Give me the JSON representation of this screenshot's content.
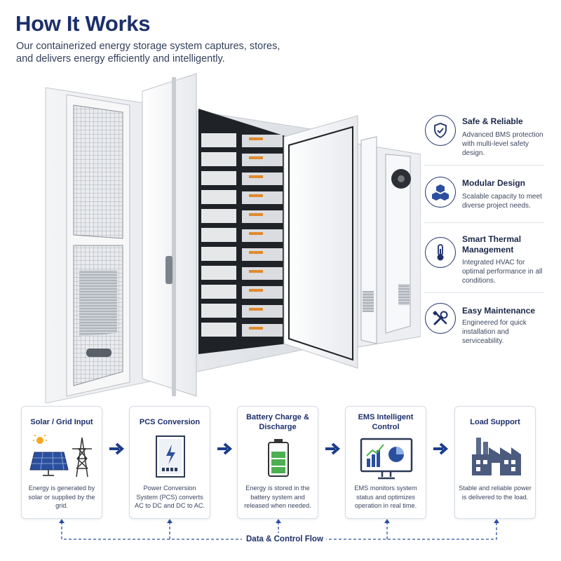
{
  "header": {
    "title": "How It Works",
    "subtitle": "Our containerized energy storage system captures, stores, and delivers energy efficiently and intelligently."
  },
  "features": [
    {
      "icon": "shield-check-icon",
      "title": "Safe & Reliable",
      "desc": "Advanced BMS protection with multi-level safety design."
    },
    {
      "icon": "cubes-icon",
      "title": "Modular Design",
      "desc": "Scalable capacity to meet diverse project needs."
    },
    {
      "icon": "thermometer-icon",
      "title": "Smart Thermal Management",
      "desc": "Integrated HVAC for optimal performance in all conditions."
    },
    {
      "icon": "tools-icon",
      "title": "Easy Maintenance",
      "desc": "Engineered for quick installation and serviceability."
    }
  ],
  "steps": [
    {
      "icon": "solar-grid-icon",
      "title": "Solar / Grid Input",
      "desc": "Energy is generated by solar or supplied by the grid."
    },
    {
      "icon": "pcs-unit-icon",
      "title": "PCS Conversion",
      "desc": "Power Conversion System (PCS) converts AC to DC and DC to AC."
    },
    {
      "icon": "battery-icon",
      "title": "Battery Charge & Discharge",
      "desc": "Energy is stored in the battery system and released when needed."
    },
    {
      "icon": "monitor-chart-icon",
      "title": "EMS Intelligent Control",
      "desc": "EMS monitors system status and optimizes operation in real time."
    },
    {
      "icon": "factory-icon",
      "title": "Load Support",
      "desc": "Stable and reliable power is delivered to the load."
    }
  ],
  "flow": {
    "label": "Data & Control Flow"
  },
  "colors": {
    "navy": "#1c2f6b",
    "accent_blue": "#2b4f9e",
    "battery_green": "#4caf50",
    "sun": "#f5a623"
  }
}
